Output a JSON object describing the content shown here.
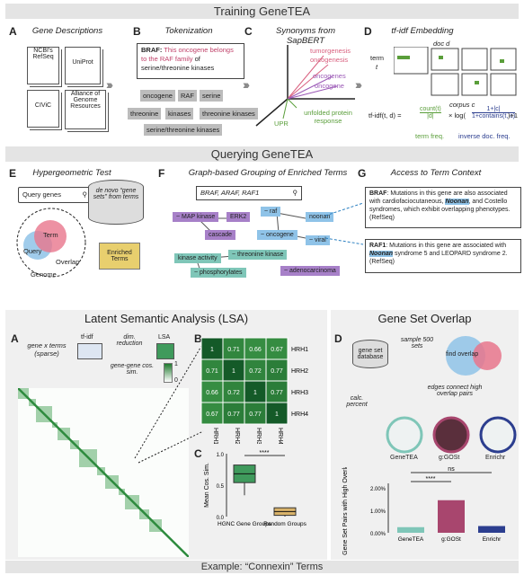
{
  "banners": {
    "training": "Training GeneTEA",
    "querying": "Querying GeneTEA",
    "lsa": "Latent Semantic Analysis (LSA)",
    "overlap": "Gene Set Overlap",
    "example": "Example:  “Connexin” Terms"
  },
  "A": {
    "letter": "A",
    "title": "Gene Descriptions",
    "docs": [
      "NCBI's RefSeq",
      "UniProt",
      "CIViC",
      "Alliance of Genome Resources"
    ]
  },
  "B": {
    "letter": "B",
    "title": "Tokenization",
    "brief_bold": "BRAF:",
    "brief_p1": " This oncogene ",
    "brief_p2": "belongs to the RAF family",
    "brief_p3": " of serine/threonine kinases",
    "chips": [
      "oncogene",
      "RAF",
      "serine",
      "threonine",
      "kinases",
      "threonine kinases",
      "serine/threonine kinases"
    ]
  },
  "C": {
    "letter": "C",
    "title": "Synonyms from SapBERT",
    "terms": [
      "tumorgenesis",
      "oncogenesis",
      "oncogenes",
      "oncogene",
      "UPR",
      "unfolded protein response"
    ]
  },
  "D": {
    "letter": "D",
    "title": "tf-idf Embedding",
    "doc": "doc d",
    "term": "term",
    "t": "t",
    "corpus": "corpus c",
    "formula_lhs": "tf-idf(t, d) =",
    "count": "count(t)",
    "dlen": "|d|",
    "times_log": "× log(",
    "num": "1+|c|",
    "den": "1+contains(t, c)",
    "plus1": ")+1",
    "tf_label": "term freq.",
    "idf_label": "inverse doc. freq."
  },
  "E": {
    "letter": "E",
    "title": "Hypergeometric Test",
    "query_box": "Query genes",
    "denovo": "de novo “gene sets” from terms",
    "term": "Term",
    "query": "Query",
    "overlap": "Overlap",
    "genome": "Genome",
    "enriched": "Enriched Terms"
  },
  "F": {
    "letter": "F",
    "title": "Graph-based Grouping of Enriched Terms",
    "search": "BRAF, ARAF, RAF1",
    "nodes": [
      "~ MAP kinase",
      "ERK2",
      "cascade",
      "~ raf",
      "noonan",
      "~ oncogene",
      "~ viral",
      "kinase activity",
      "~ threonine kinase",
      "~ phosphorylates",
      "~ adenocarcinoma"
    ]
  },
  "G": {
    "letter": "G",
    "title": "Access to Term Context",
    "braf_bold": "BRAF",
    "braf_text1": ": Mutations in this gene are also associated with cardiofaciocutaneous, ",
    "braf_hl": "Noonan",
    "braf_text2": ", and Costello syndromes, which exhibit overlapping phenotypes. (RefSeq)",
    "raf1_bold": "RAF1",
    "raf1_text1": ": Mutations in this gene are associated with ",
    "raf1_hl": "Noonan",
    "raf1_text2": " syndrome 5 and LEOPARD syndrome 2. (RefSeq)"
  },
  "LA": {
    "letter": "A",
    "gx": "gene x terms (sparse)",
    "tfidf": "tf-idf",
    "dim": "dim. reduction",
    "lsa": "LSA",
    "cos": "gene-gene cos. sim.",
    "scale_hi": "1",
    "scale_lo": "0"
  },
  "LB": {
    "letter": "B",
    "genes": [
      "HRH1",
      "HRH2",
      "HRH3",
      "HRH4"
    ],
    "matrix": [
      [
        "1",
        "0.71",
        "0.66",
        "0.67"
      ],
      [
        "0.71",
        "1",
        "0.72",
        "0.77"
      ],
      [
        "0.66",
        "0.72",
        "1",
        "0.77"
      ],
      [
        "0.67",
        "0.77",
        "0.77",
        "1"
      ]
    ]
  },
  "LC": {
    "letter": "C",
    "ylabel": "Mean Cos. Sim.",
    "cats": [
      "HGNC Gene Groups",
      "Random Groups"
    ],
    "sig": "****",
    "ticks": [
      "1.0",
      "0.5",
      "0.0"
    ]
  },
  "LD": {
    "letter": "D",
    "db": "gene set database",
    "sample": "sample 500 sets",
    "find": "find overlap",
    "edges": "edges connect high overlap pairs",
    "calc": "calc. percent",
    "nets": [
      "GeneTEA",
      "g:GOSt",
      "Enrichr"
    ],
    "ylabel": "Gene Set Pairs with High Overlap",
    "ticks": [
      "2.00%",
      "1.00%",
      "0.00%"
    ],
    "sig1": "****",
    "sig2": "ns"
  },
  "colors": {
    "banner": "#e4e4e4",
    "pink": "#d9607f",
    "purple": "#9b59b6",
    "green": "#5a9e3a",
    "navy": "#2c3e8f",
    "teal_node": "#7fc6b8",
    "purple_node": "#a780c8",
    "blue_node": "#8fc3e8",
    "enriched": "#e8cf6e",
    "heat_dark": "#1f7a2e"
  },
  "chart_data": [
    {
      "type": "heatmap",
      "title": "",
      "categories": [
        "HRH1",
        "HRH2",
        "HRH3",
        "HRH4"
      ],
      "values": [
        [
          1,
          0.71,
          0.66,
          0.67
        ],
        [
          0.71,
          1,
          0.72,
          0.77
        ],
        [
          0.66,
          0.72,
          1,
          0.77
        ],
        [
          0.67,
          0.77,
          0.77,
          1
        ]
      ]
    },
    {
      "type": "box",
      "ylabel": "Mean Cos. Sim.",
      "categories": [
        "HGNC Gene Groups",
        "Random Groups"
      ],
      "ylim": [
        0,
        1
      ],
      "medians": [
        0.68,
        0.08
      ]
    },
    {
      "type": "bar",
      "ylabel": "Gene Set Pairs with High Overlap",
      "categories": [
        "GeneTEA",
        "g:GOSt",
        "Enrichr"
      ],
      "values": [
        0.25,
        1.45,
        0.3
      ],
      "unit": "%",
      "ylim": [
        0,
        2.2
      ]
    }
  ]
}
